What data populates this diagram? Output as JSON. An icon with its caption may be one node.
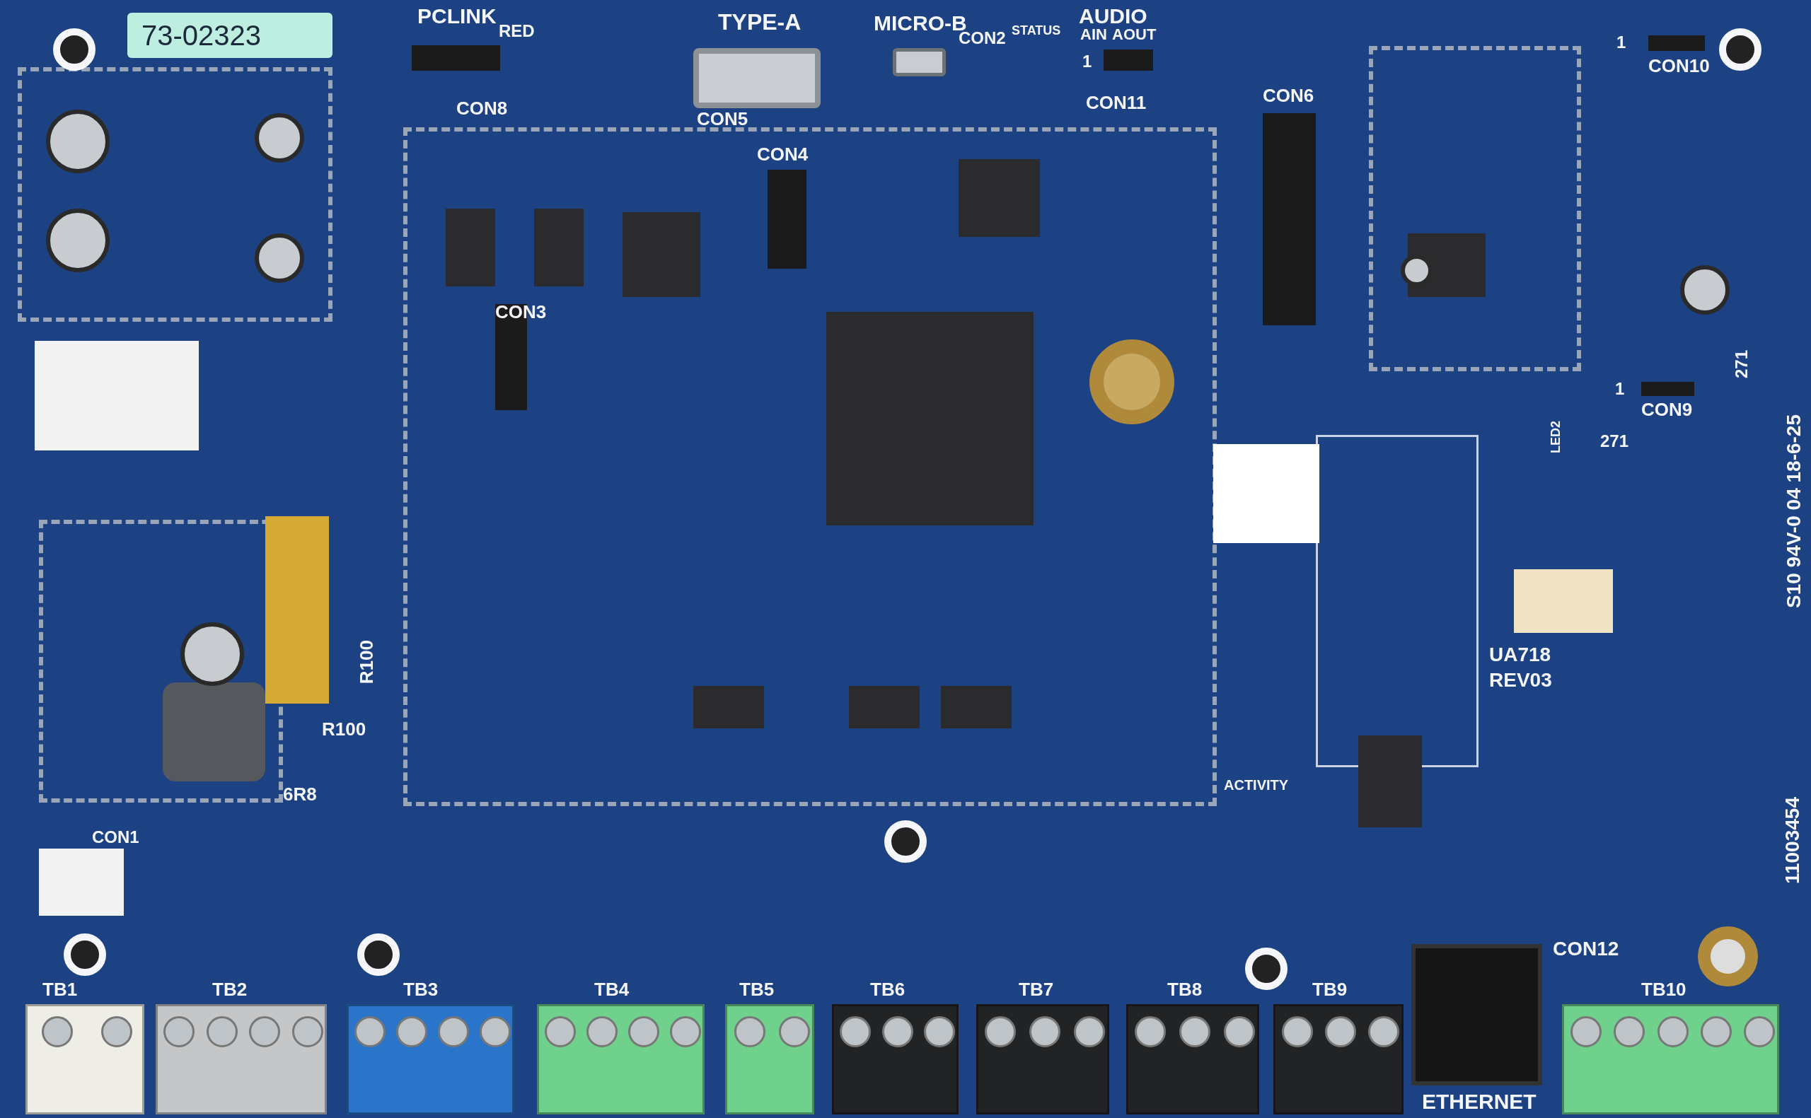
{
  "diagram": {
    "labels": [
      "73-02323",
      "PCLINK",
      "RED",
      "TYPE-A",
      "MICRO-B",
      "CON2",
      "STATUS",
      "AUDIO",
      "AIN",
      "AOUT",
      "1",
      "CON8",
      "CON5",
      "CON11",
      "CON6",
      "1",
      "CON10",
      "CON4",
      "CON3",
      "1",
      "CON9",
      "271",
      "271",
      "LED2",
      "UA718",
      "REV03",
      "R100",
      "6R8",
      "R100",
      "ACTIVITY",
      "CON1",
      "CON12",
      "TB1",
      "TB2",
      "TB3",
      "TB4",
      "TB5",
      "TB6",
      "TB7",
      "TB8",
      "TB9",
      "TB10",
      "ETHERNET",
      "11003454",
      "S10 94V-0 04 18-6-25"
    ]
  }
}
